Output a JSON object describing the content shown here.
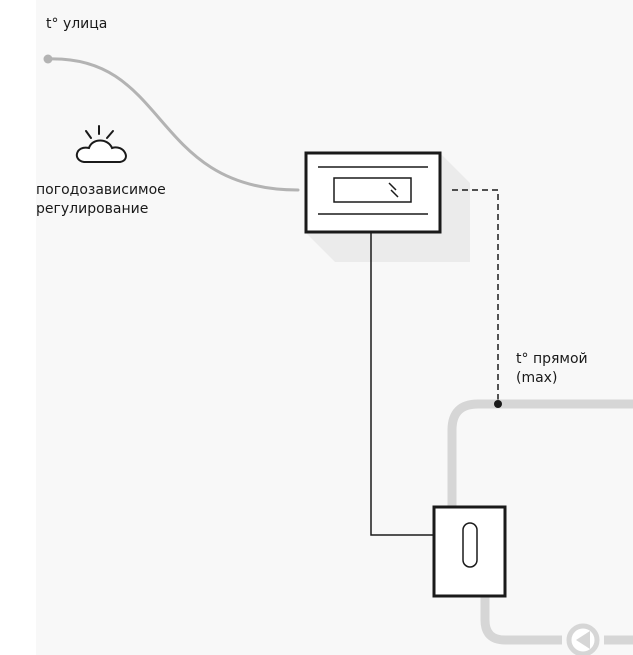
{
  "labels": {
    "outdoor_temp": "t° улица",
    "weather_line1": "погодозависимое",
    "weather_line2": "регулирование",
    "supply_temp_line1": "t° прямой",
    "supply_temp_line2": "(max)"
  },
  "colors": {
    "background": "#ffffff",
    "panel": "#f8f8f8",
    "curve": "#b3b3b3",
    "pipe": "#d6d6d6",
    "line": "#1a1a1a",
    "shadow": "#ebebeb"
  },
  "icons": {
    "weather": "sun-cloud-icon",
    "controller": "controller-icon",
    "sensor": "sensor-icon",
    "pump": "pump-icon"
  }
}
